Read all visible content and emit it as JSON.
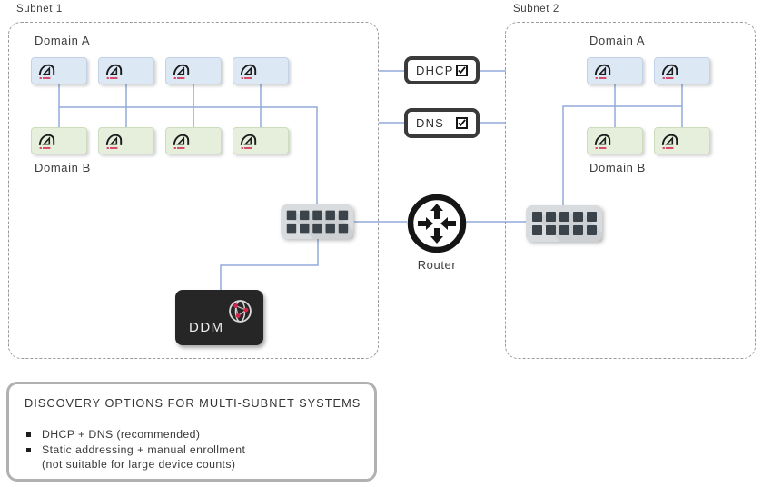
{
  "subnet1": {
    "title": "Subnet 1",
    "domain_a_label": "Domain A",
    "domain_b_label": "Domain B",
    "domain_a_device_count": 4,
    "domain_b_device_count": 4
  },
  "subnet2": {
    "title": "Subnet 2",
    "domain_a_label": "Domain A",
    "domain_b_label": "Domain B",
    "domain_a_device_count": 2,
    "domain_b_device_count": 2
  },
  "services": {
    "dhcp": {
      "label": "DHCP",
      "checked": true
    },
    "dns": {
      "label": "DNS",
      "checked": true
    }
  },
  "router": {
    "label": "Router"
  },
  "ddm": {
    "label": "DDM"
  },
  "info_box": {
    "title": "DISCOVERY OPTIONS FOR MULTI-SUBNET SYSTEMS",
    "items": [
      {
        "text": "DHCP + DNS (recommended)"
      },
      {
        "text": "Static addressing + manual enrollment",
        "note": "(not suitable for large device counts)"
      }
    ]
  },
  "icons": {
    "device_logo": "brand-arc-logo-icon",
    "switch": "ethernet-switch-icon",
    "router": "router-arrows-icon",
    "ddm_globe": "network-globe-icon",
    "checkbox": "checked-checkbox-icon"
  },
  "colors": {
    "line_blue": "#92aad8",
    "device_blue_fill": "#dde8f5",
    "device_blue_border": "#c3d2e6",
    "device_green_fill": "#e6efdc",
    "device_green_border": "#cddcbd",
    "dashed_border": "#9a9a9a",
    "dark_panel": "#262626",
    "accent_red": "#d84a6b",
    "switch_body": "#d9dcde",
    "switch_port": "#3c444b",
    "service_border": "#3a3a3a",
    "info_border": "#b1b1b1",
    "text_dark": "#3b3b3b"
  }
}
